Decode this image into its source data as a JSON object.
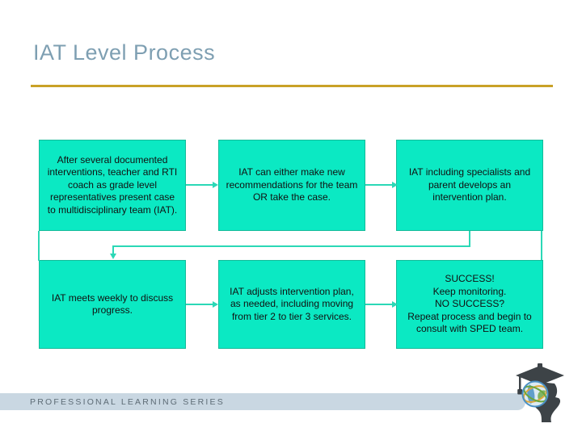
{
  "slide": {
    "title": "IAT Level Process"
  },
  "flowchart": {
    "boxes": [
      {
        "step": 1,
        "text": "After several documented interventions, teacher and RTI coach as grade level representatives present case to multidisciplinary team (IAT)."
      },
      {
        "step": 2,
        "text": "IAT can either make new recommendations for the team OR take the case."
      },
      {
        "step": 3,
        "text": "IAT including specialists and parent develops an intervention plan."
      },
      {
        "step": 4,
        "text": "IAT meets weekly to discuss progress."
      },
      {
        "step": 5,
        "text": "IAT adjusts intervention plan, as needed, including moving from tier 2 to tier 3 services."
      },
      {
        "step": 6,
        "lines": [
          "SUCCESS!",
          "Keep monitoring.",
          "NO SUCCESS?",
          "Repeat process and begin to consult with SPED team."
        ]
      }
    ],
    "connections": [
      {
        "from": 1,
        "to": 2,
        "type": "arrow-right"
      },
      {
        "from": 2,
        "to": 3,
        "type": "arrow-right"
      },
      {
        "from": 1,
        "to": 4,
        "type": "line-down"
      },
      {
        "from": 3,
        "to": 4,
        "type": "elbow-arrow-down"
      },
      {
        "from": 3,
        "to": 6,
        "type": "line-down"
      },
      {
        "from": 4,
        "to": 5,
        "type": "arrow-right"
      },
      {
        "from": 5,
        "to": 6,
        "type": "arrow-right"
      }
    ]
  },
  "footer": {
    "series_label": "PROFESSIONAL LEARNING SERIES",
    "logo_icon": "graduation-cap-globe-logo"
  },
  "colors": {
    "box_fill": "#0be9c3",
    "box_border": "#14bb99",
    "connector": "#2bd8b6",
    "title_text": "#7e9fb2",
    "title_rule": "#c9a127",
    "footer_band": "#c9d7e2",
    "footer_text": "#5d6b75"
  }
}
